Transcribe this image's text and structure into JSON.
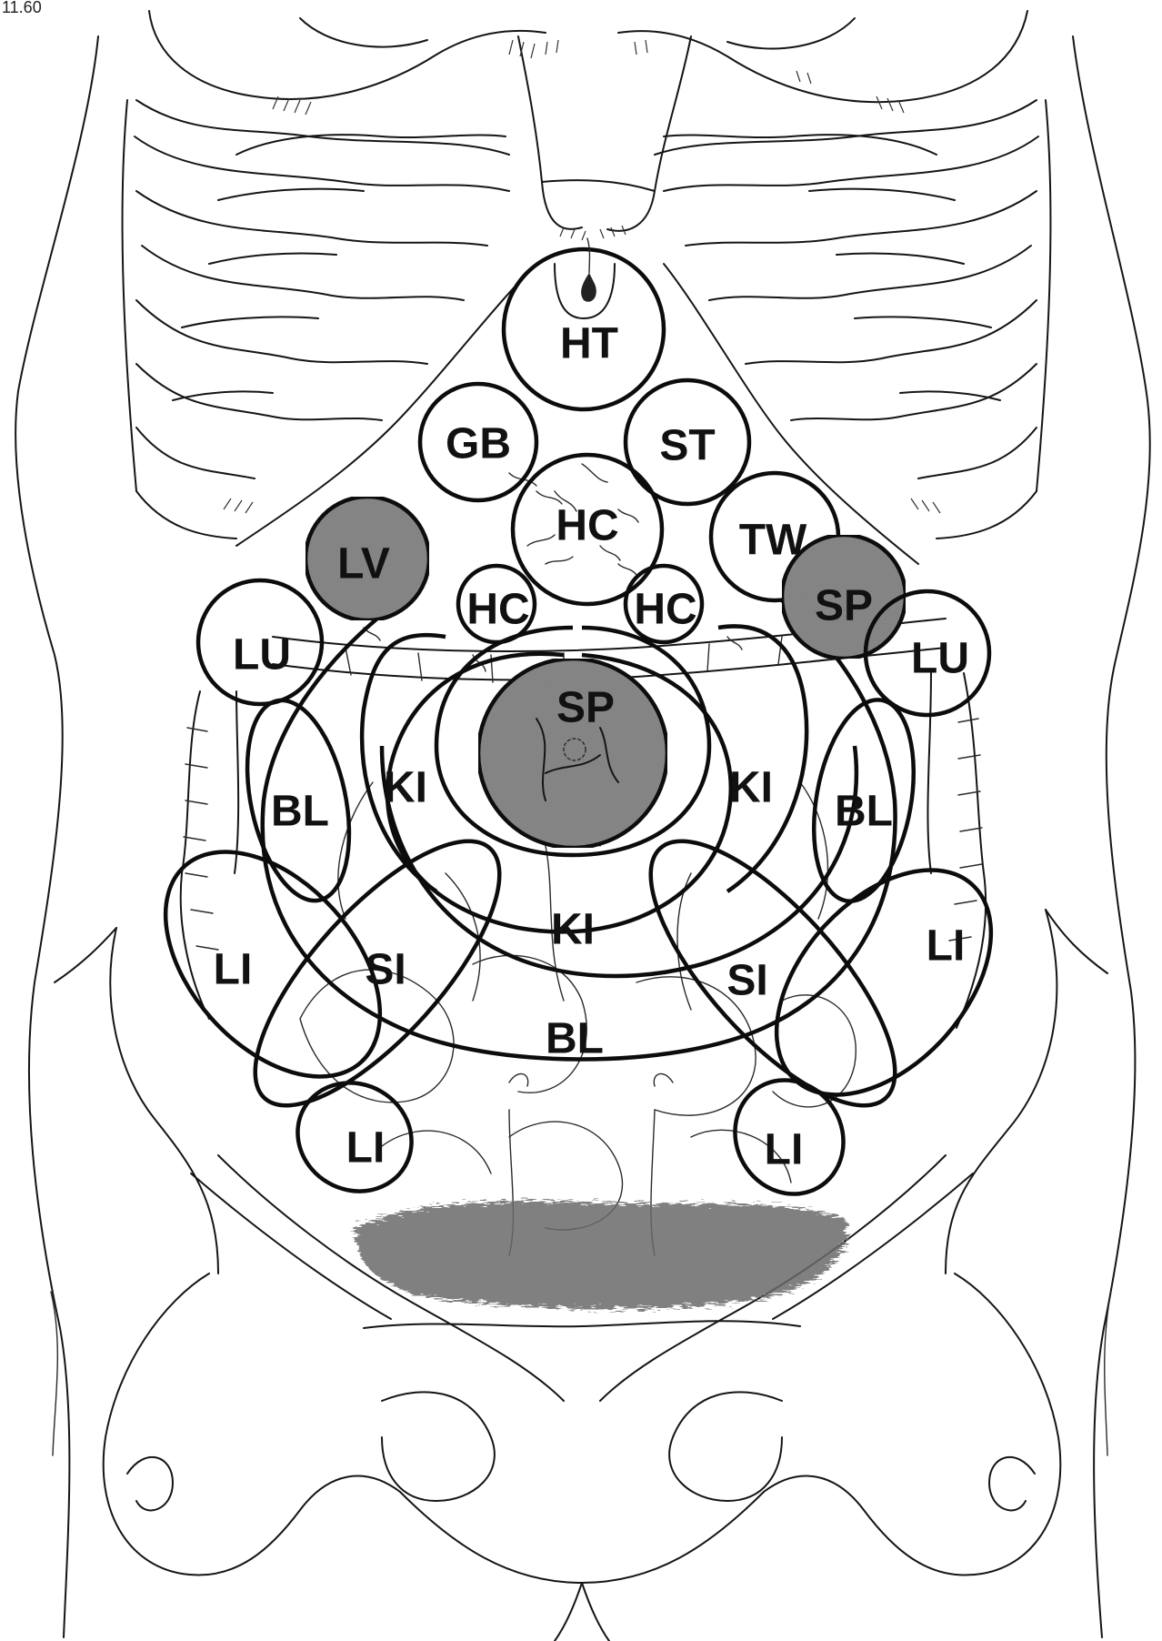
{
  "corner_mark": "11.60",
  "colors": {
    "line": "#151515",
    "zone_outline": "#0c0c0c",
    "shaded_fill": "#8a8a8a",
    "pubic_shading": "#6a6a6a",
    "background": "#ffffff"
  },
  "zones": {
    "ht": "HT",
    "gb": "GB",
    "st": "ST",
    "hc_center": "HC",
    "tw": "TW",
    "lv": "LV",
    "sp_right": "SP",
    "hc_left": "HC",
    "hc_right": "HC",
    "lu_left": "LU",
    "lu_right": "LU",
    "sp_center": "SP",
    "ki_left": "KI",
    "ki_right": "KI",
    "ki_bottom": "KI",
    "bl_left": "BL",
    "bl_right": "BL",
    "bl_bottom": "BL",
    "si_left": "SI",
    "si_right": "SI",
    "li_upper_left": "LI",
    "li_upper_right": "LI",
    "li_lower_left": "LI",
    "li_lower_right": "LI"
  }
}
